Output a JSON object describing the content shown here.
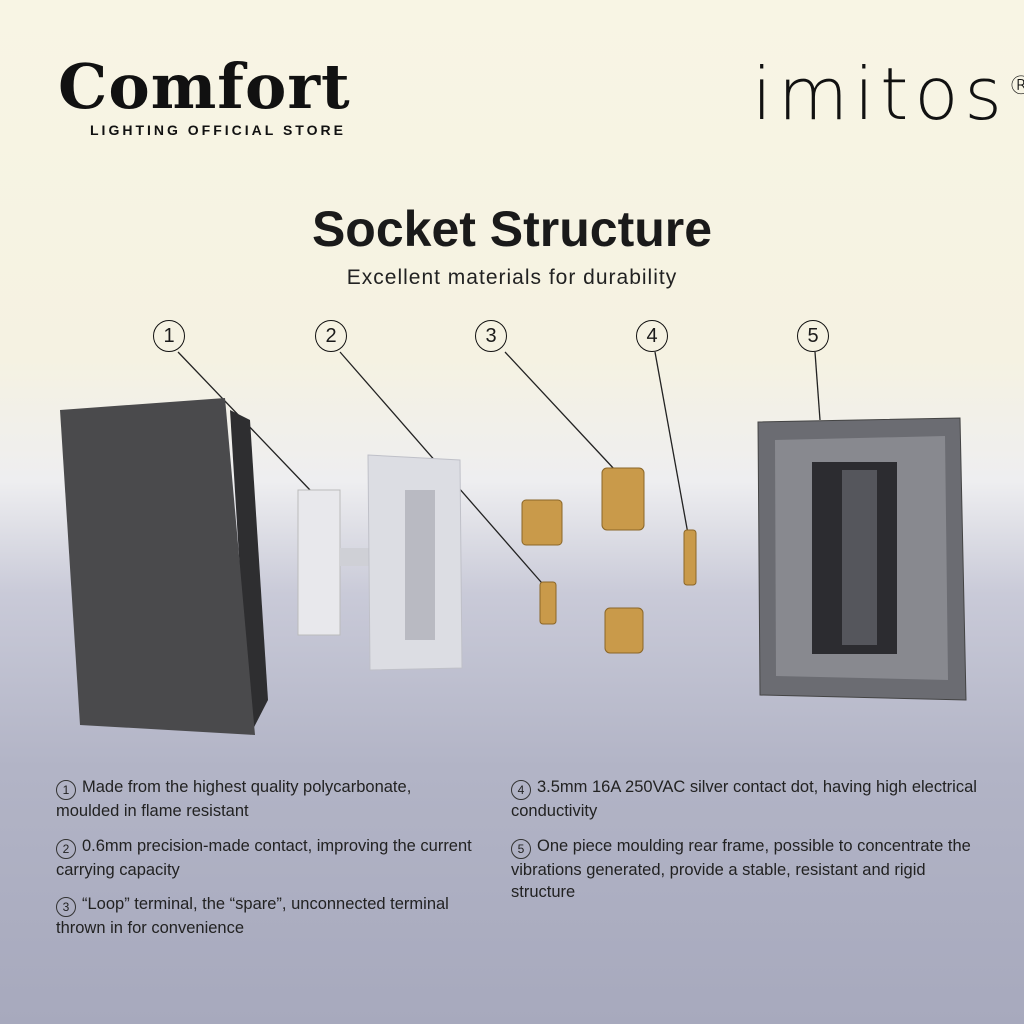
{
  "brand": {
    "name": "Comfort",
    "subtitle": "LIGHTING OFFICIAL STORE"
  },
  "partner": {
    "name": "imitos",
    "mark": "®"
  },
  "header": {
    "title": "Socket Structure",
    "subtitle": "Excellent materials for durability"
  },
  "callouts": [
    "1",
    "2",
    "3",
    "4",
    "5"
  ],
  "features": [
    {
      "num": "1",
      "text": "Made from the highest quality polycarbonate, moulded in flame resistant"
    },
    {
      "num": "2",
      "text": "0.6mm precision-made contact, improving the current carrying capacity"
    },
    {
      "num": "3",
      "text": "“Loop” terminal, the “spare”, unconnected terminal thrown in for convenience"
    },
    {
      "num": "4",
      "text": "3.5mm 16A 250VAC silver contact dot, having high electrical conductivity"
    },
    {
      "num": "5",
      "text": "One piece moulding rear frame, possible to concentrate the vibrations generated, provide a stable, resistant and rigid structure"
    }
  ],
  "colors": {
    "contact": "#c99a4a",
    "plate": "#4a4a4c",
    "frame": "#6b6c72"
  }
}
